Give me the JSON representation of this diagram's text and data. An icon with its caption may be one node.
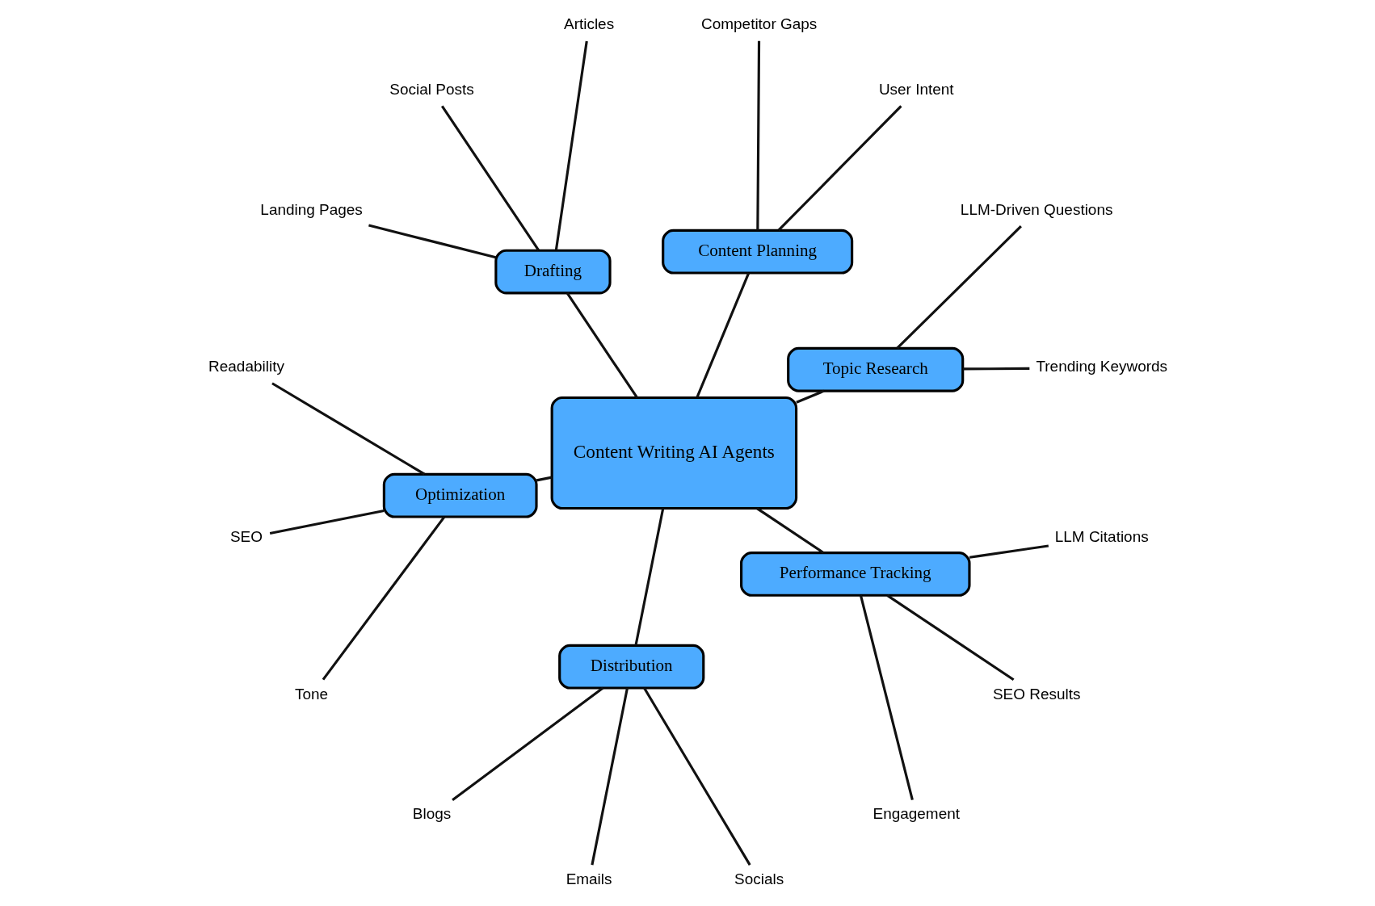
{
  "diagram": {
    "nodes": [
      {
        "text": [
          "Content Writing AI Agents"
        ]
      },
      {
        "text": [
          "Topic Research"
        ]
      },
      {
        "text": [
          "Trending Keywords"
        ]
      },
      {
        "text": [
          "LLM-Driven Questions"
        ]
      },
      {
        "text": [
          "Content Planning"
        ]
      },
      {
        "text": [
          "User Intent"
        ]
      },
      {
        "text": [
          "Competitor Gaps"
        ]
      },
      {
        "text": [
          "Drafting"
        ]
      },
      {
        "text": [
          "Articles"
        ]
      },
      {
        "text": [
          "Social Posts"
        ]
      },
      {
        "text": [
          "Landing Pages"
        ]
      },
      {
        "text": [
          "Optimization"
        ]
      },
      {
        "text": [
          "Readability"
        ]
      },
      {
        "text": [
          "SEO"
        ]
      },
      {
        "text": [
          "Tone"
        ]
      },
      {
        "text": [
          "Distribution"
        ]
      },
      {
        "text": [
          "Blogs"
        ]
      },
      {
        "text": [
          "Emails"
        ]
      },
      {
        "text": [
          "Socials"
        ]
      },
      {
        "text": [
          "Performance Tracking"
        ]
      },
      {
        "text": [
          "Engagement"
        ]
      },
      {
        "text": [
          "SEO Results"
        ]
      },
      {
        "text": [
          "LLM Citations"
        ]
      }
    ],
    "edges": [
      {
        "from": 0,
        "to": 1,
        "arrow": "none"
      },
      {
        "from": 0,
        "to": 4,
        "arrow": "none"
      },
      {
        "from": 0,
        "to": 7,
        "arrow": "none"
      },
      {
        "from": 0,
        "to": 11,
        "arrow": "none"
      },
      {
        "from": 0,
        "to": 15,
        "arrow": "none"
      },
      {
        "from": 0,
        "to": 19,
        "arrow": "none"
      },
      {
        "from": 1,
        "to": 2,
        "arrow": "none"
      },
      {
        "from": 1,
        "to": 3,
        "arrow": "none"
      },
      {
        "from": 4,
        "to": 5,
        "arrow": "none"
      },
      {
        "from": 4,
        "to": 6,
        "arrow": "none"
      },
      {
        "from": 7,
        "to": 8,
        "arrow": "none"
      },
      {
        "from": 7,
        "to": 9,
        "arrow": "none"
      },
      {
        "from": 7,
        "to": 10,
        "arrow": "none"
      },
      {
        "from": 11,
        "to": 12,
        "arrow": "none"
      },
      {
        "from": 11,
        "to": 13,
        "arrow": "none"
      },
      {
        "from": 11,
        "to": 14,
        "arrow": "none"
      },
      {
        "from": 15,
        "to": 16,
        "arrow": "none"
      },
      {
        "from": 15,
        "to": 17,
        "arrow": "none"
      },
      {
        "from": 15,
        "to": 18,
        "arrow": "none"
      },
      {
        "from": 19,
        "to": 20,
        "arrow": "none"
      },
      {
        "from": 19,
        "to": 21,
        "arrow": "none"
      },
      {
        "from": 19,
        "to": 22,
        "arrow": "none"
      }
    ]
  }
}
